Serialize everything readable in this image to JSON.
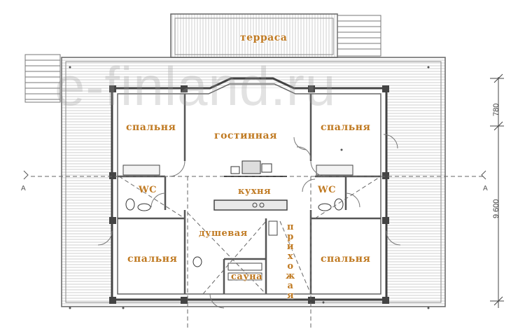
{
  "watermark": "e-finland.ru",
  "rooms": {
    "terrace": "терраса",
    "living_room": "гостинная",
    "bedroom_top_left": "спальня",
    "bedroom_top_right": "спальня",
    "bedroom_bottom_left": "спальня",
    "bedroom_bottom_right": "спальня",
    "wc_left": "WC",
    "wc_right": "WC",
    "kitchen": "кухня",
    "shower": "душевая",
    "sauna": "сауна",
    "hallway": "прихожая"
  },
  "dimensions": {
    "upper": "780",
    "total": "9 600"
  },
  "axis_marks": {
    "left": "A",
    "right": "A"
  }
}
